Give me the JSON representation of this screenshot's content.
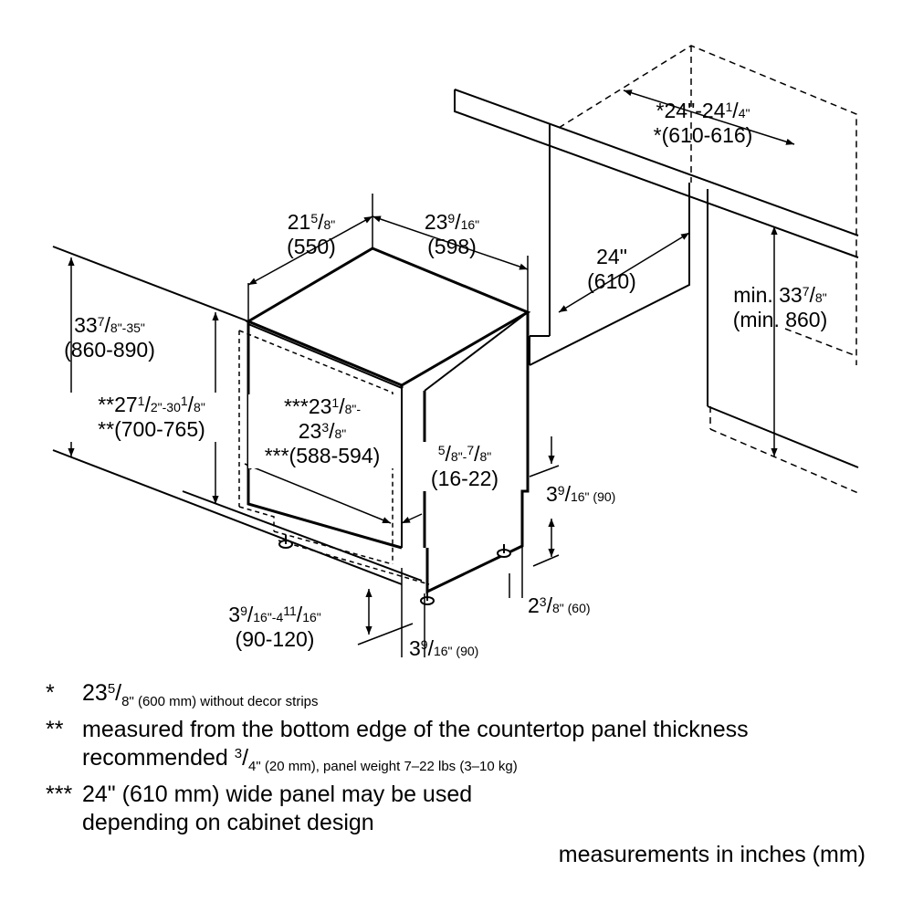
{
  "dimensions": {
    "cabinet_width_top": {
      "a": "*24\"-24",
      "b": "1",
      "c": "4\"",
      "d": "*(610-616)"
    },
    "cabinet_depth": {
      "a": "24\"",
      "b": "(610)"
    },
    "cabinet_height": {
      "a": "min. 33",
      "b": "7",
      "c": "8\"",
      "d": "(min. 860)"
    },
    "appliance_depth": {
      "a": "21",
      "b": "5",
      "c": "8\"",
      "d": "(550)"
    },
    "appliance_width": {
      "a": "23",
      "b": "9",
      "c": "16\"",
      "d": "(598)"
    },
    "overall_height": {
      "a": "33",
      "b": "7",
      "c": "8\"-35\"",
      "d": "(860-890)"
    },
    "panel_height": {
      "a": "**27",
      "b": "1",
      "c": "2\"-30",
      "d": "1",
      "e": "8\"",
      "f": "**(700-765)"
    },
    "panel_width": {
      "a": "***23",
      "b": "1",
      "c": "8\"-",
      "d": "23",
      "e": "3",
      "f": "8\"",
      "g": "***(588-594)"
    },
    "panel_thickness": {
      "a": "5",
      "b": "8\"-",
      "c": "7",
      "d": "8\"",
      "e": "(16-22)"
    },
    "side_dim_upper": {
      "a": "3",
      "b": "9",
      "c": "16\" (90)"
    },
    "side_dim_lower": {
      "a": "2",
      "b": "3",
      "c": "8\" (60)"
    },
    "plinth_height": {
      "a": "3",
      "b": "9",
      "c": "16\"-4",
      "d": "11",
      "e": "16\"",
      "f": "(90-120)"
    },
    "plinth_depth": {
      "a": "3",
      "b": "9",
      "c": "16\" (90)"
    }
  },
  "notes": [
    {
      "mark": "*",
      "a": "23",
      "b": "5",
      "c": "8\" (600 mm) without decor strips"
    },
    {
      "mark": "**",
      "a": "measured from the bottom edge of the countertop panel thickness",
      "b": "recommended ",
      "c": "3",
      "d": "4\" (20 mm), panel weight 7–22 lbs (3–10 kg)"
    },
    {
      "mark": "***",
      "a": "24\" (610 mm) wide panel may be used",
      "b": "depending on cabinet design"
    }
  ],
  "footer": "measurements in inches (mm)"
}
